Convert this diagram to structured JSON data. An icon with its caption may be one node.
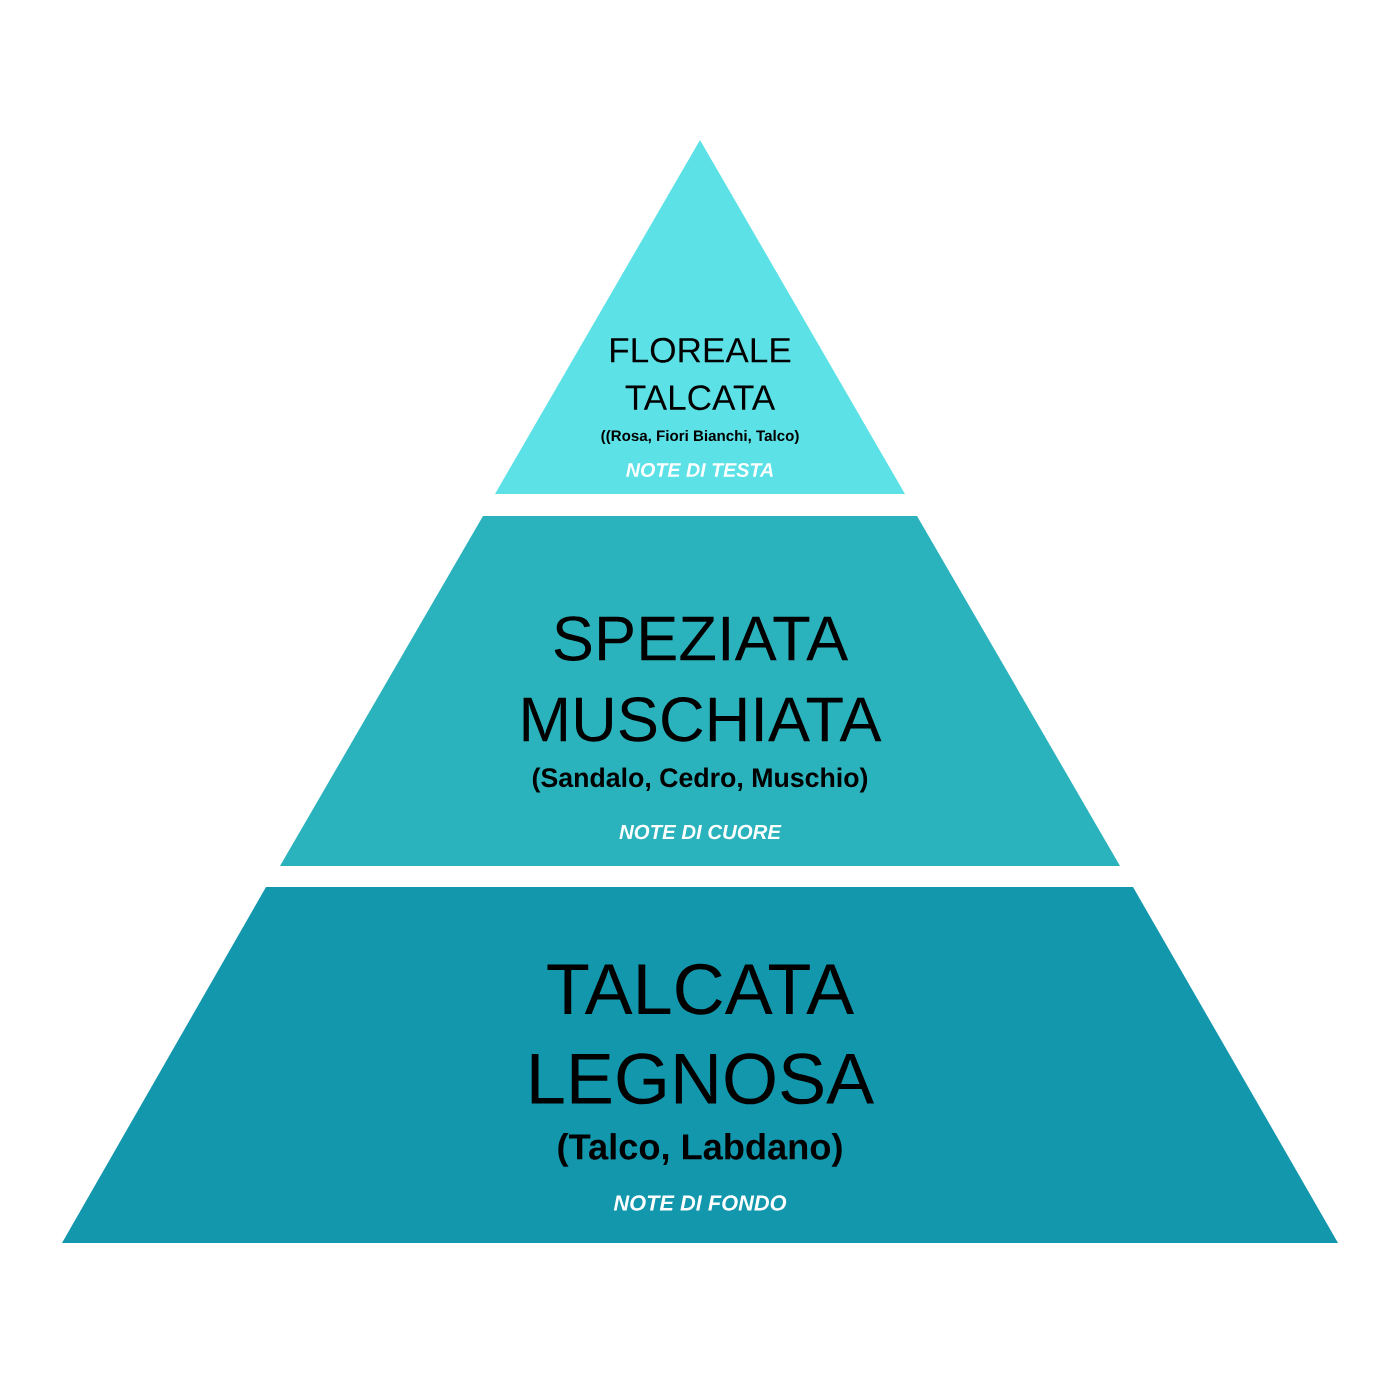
{
  "diagram": {
    "nodes": [
      {
        "text": [
          "FLOREALE TALCATA",
          "((Rosa, Fiori Bianchi, Talco)",
          "NOTE DI TESTA"
        ]
      },
      {
        "text": [
          "SPEZIATA MUSCHIATA",
          "(Sandalo, Cedro, Muschio)",
          "NOTE DI CUORE"
        ]
      },
      {
        "text": [
          "TALCATA LEGNOSA",
          "(Talco, Labdano)",
          "NOTE DI FONDO"
        ]
      }
    ]
  }
}
